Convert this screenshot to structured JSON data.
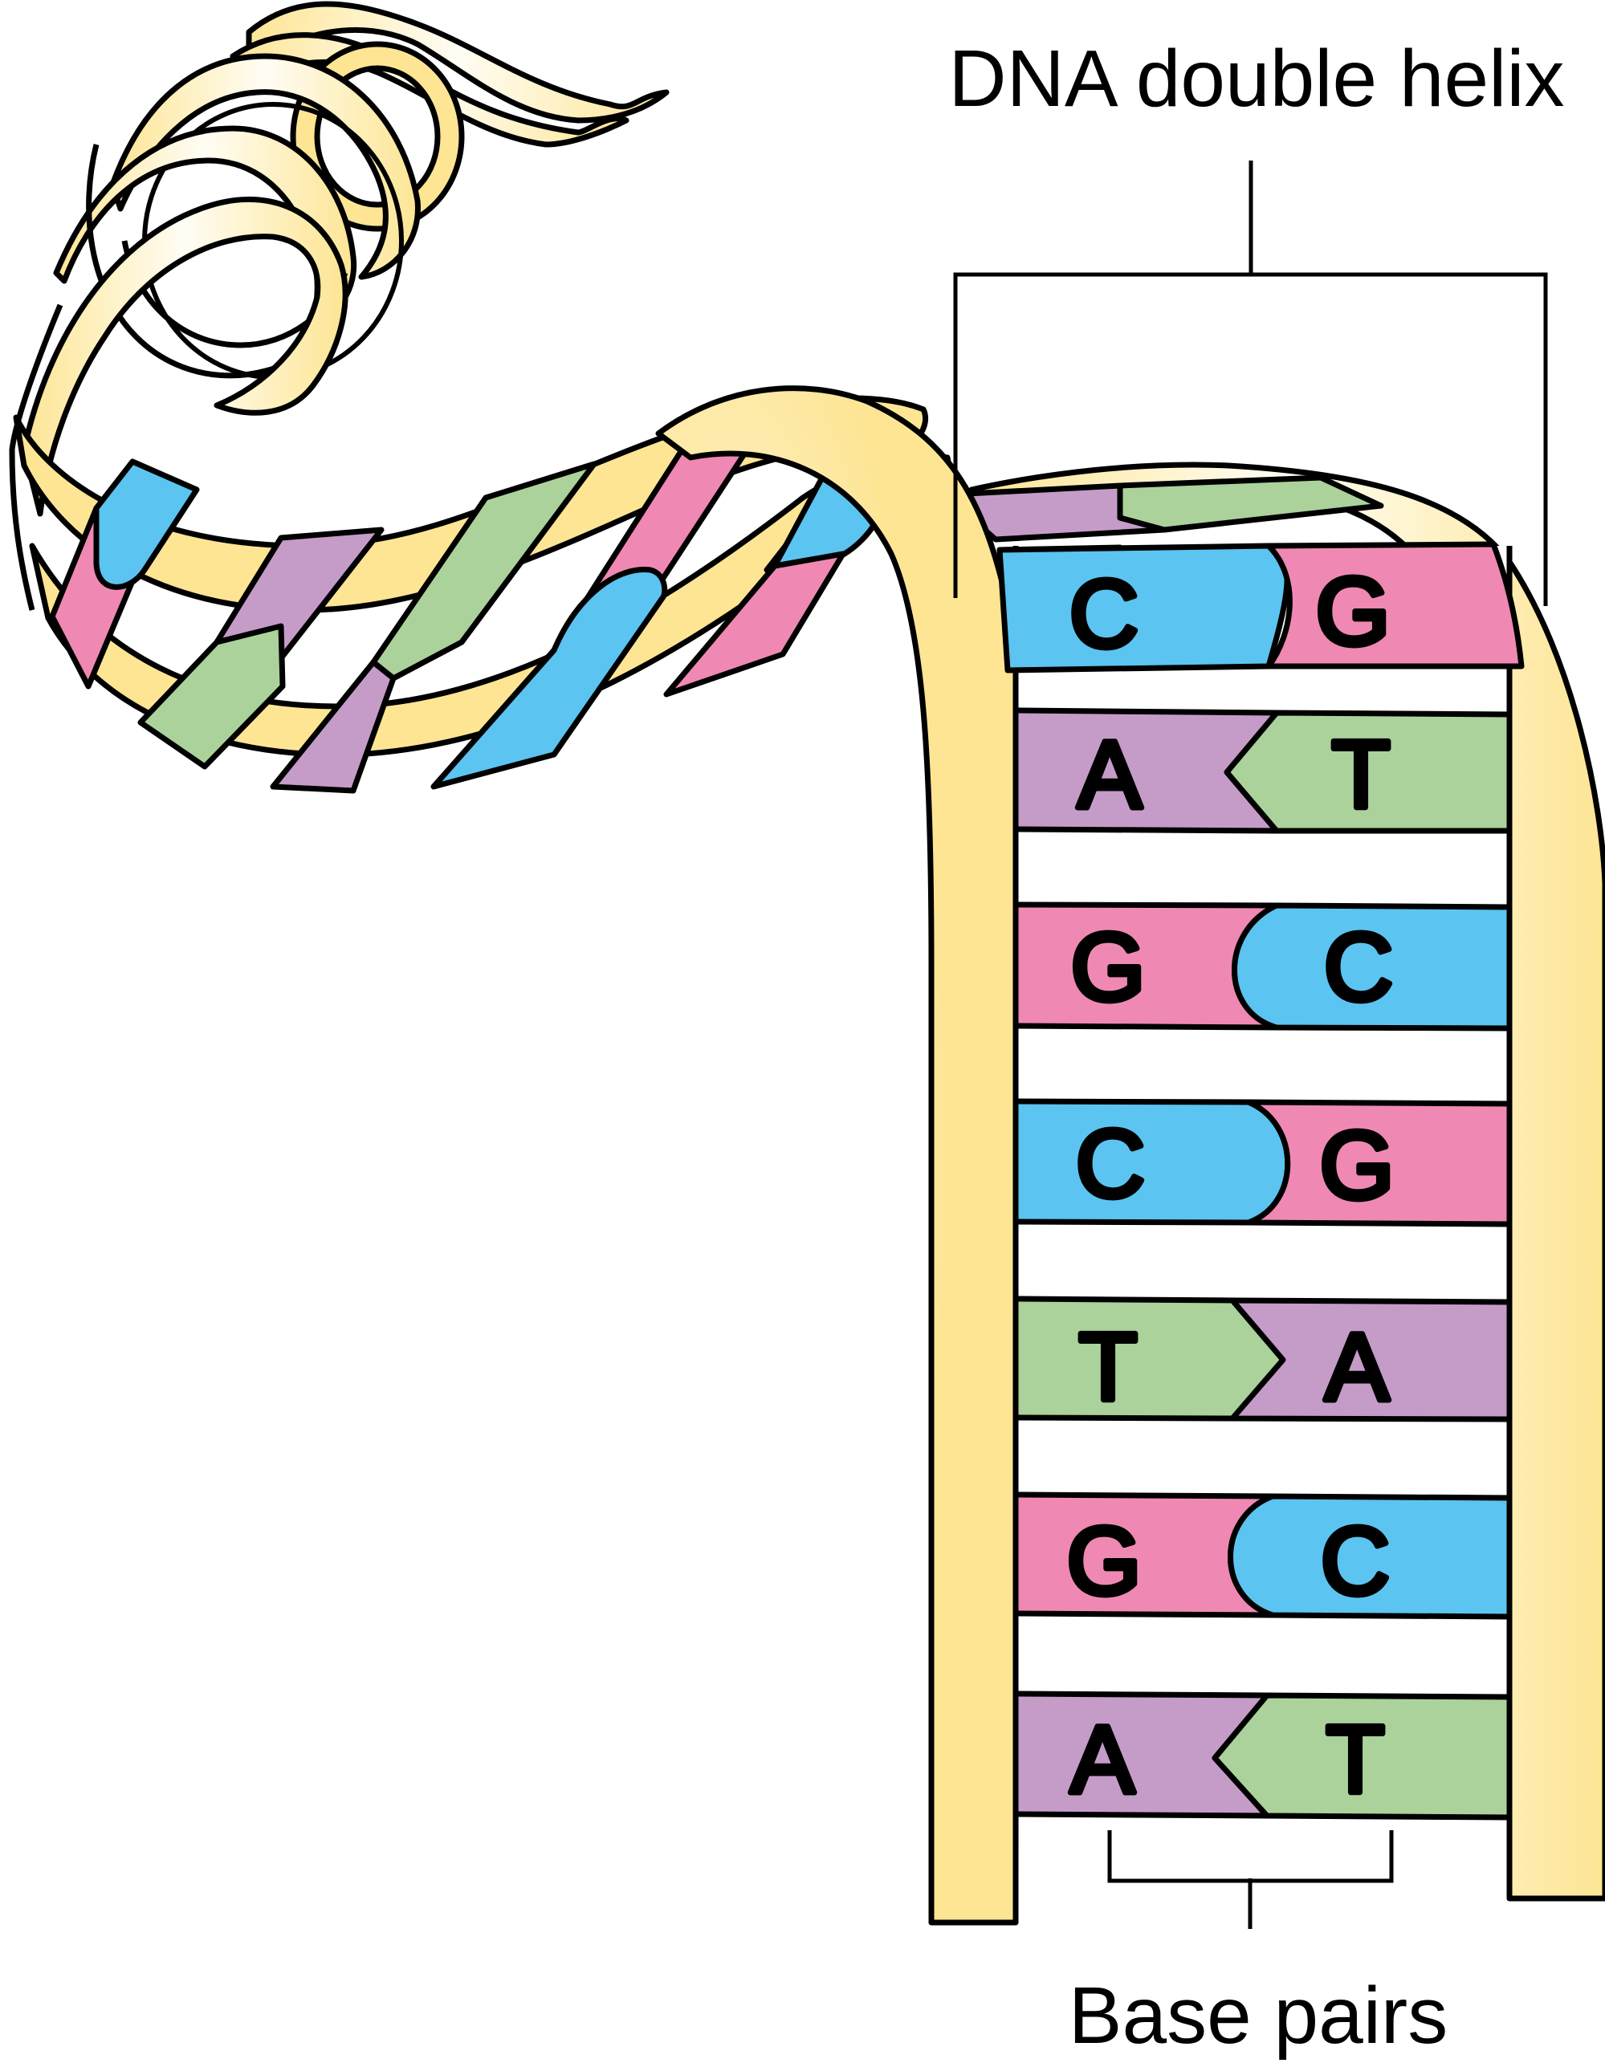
{
  "labels": {
    "top": "DNA double helix",
    "bottom": "Base pairs"
  },
  "colors": {
    "backbone": "#fde594",
    "backbone_highlight": "#fffdf4",
    "adenine": "#c59cc8",
    "thymine": "#abd29b",
    "guanine": "#ef89b3",
    "cytosine": "#5bc4f1",
    "outline": "#000000"
  },
  "base_pairs": [
    {
      "left": "C",
      "right": "G"
    },
    {
      "left": "A",
      "right": "T"
    },
    {
      "left": "G",
      "right": "C"
    },
    {
      "left": "C",
      "right": "G"
    },
    {
      "left": "T",
      "right": "A"
    },
    {
      "left": "G",
      "right": "C"
    },
    {
      "left": "A",
      "right": "T"
    }
  ]
}
